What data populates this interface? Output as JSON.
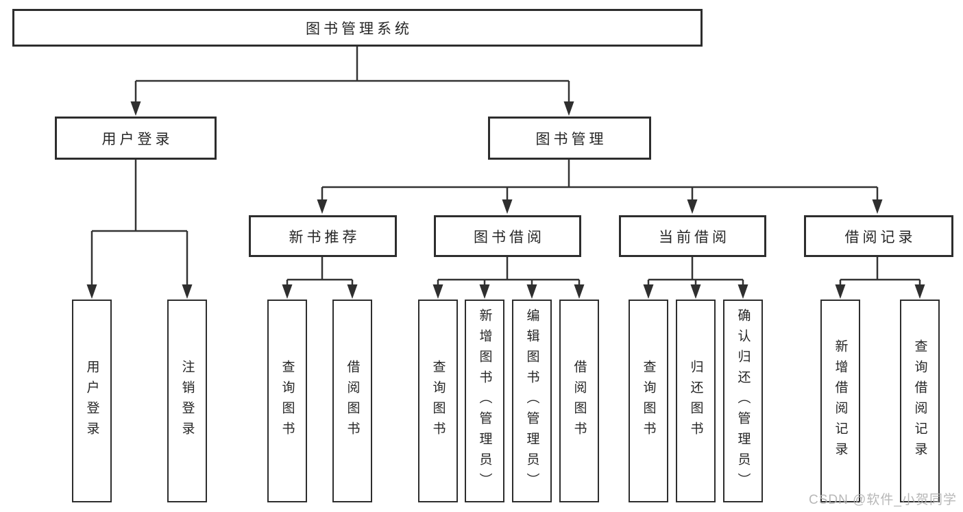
{
  "diagram": {
    "title": "图书管理系统",
    "branches": [
      {
        "label": "用户登录",
        "children": [
          {
            "label": "用户登录"
          },
          {
            "label": "注销登录"
          }
        ]
      },
      {
        "label": "图书管理",
        "children": [
          {
            "label": "新书推荐",
            "children": [
              {
                "label": "查询图书"
              },
              {
                "label": "借阅图书"
              }
            ]
          },
          {
            "label": "图书借阅",
            "children": [
              {
                "label": "查询图书"
              },
              {
                "label": "新增图书（管理员）"
              },
              {
                "label": "编辑图书（管理员）"
              },
              {
                "label": "借阅图书"
              }
            ]
          },
          {
            "label": "当前借阅",
            "children": [
              {
                "label": "查询图书"
              },
              {
                "label": "归还图书"
              },
              {
                "label": "确认归还（管理员）"
              }
            ]
          },
          {
            "label": "借阅记录",
            "children": [
              {
                "label": "新增借阅记录"
              },
              {
                "label": "查询借阅记录"
              }
            ]
          }
        ]
      }
    ]
  },
  "watermark": {
    "text": "CSDN @软件_小贺同学"
  },
  "colors": {
    "background": "#ffffff",
    "line": "#333333",
    "box_border": "#2d2d2d",
    "text": "#262626",
    "watermark": "#b0b0b0"
  }
}
